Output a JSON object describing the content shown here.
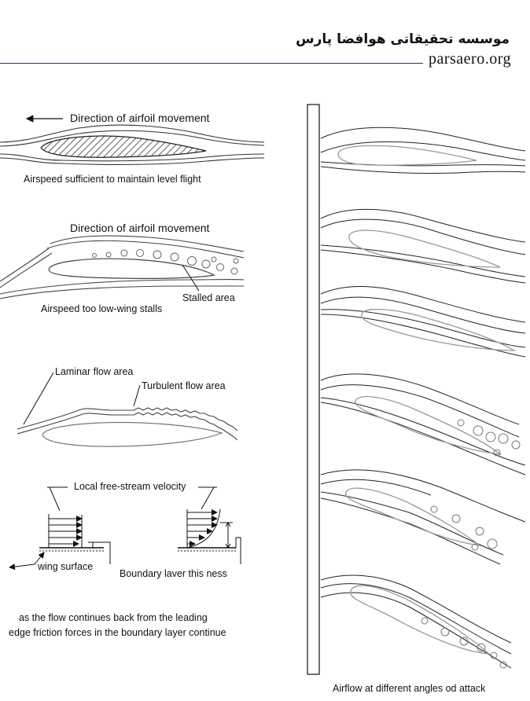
{
  "brand": {
    "name_fa": "موسسه تحقیقاتی هوافضا پارس",
    "website": "parsaero.org"
  },
  "panels": {
    "level_flight": {
      "direction_label": "Direction of airfoil movement",
      "caption": "Airspeed sufficient to maintain level flight"
    },
    "stall": {
      "direction_label": "Direction of airfoil movement",
      "stalled_label": "Stalled area",
      "caption": "Airspeed too low-wing stalls"
    },
    "flow_regions": {
      "laminar_label": "Laminar flow area",
      "turbulent_label": "Turbulent flow area"
    },
    "boundary_layer": {
      "velocity_label": "Local free-stream velocity",
      "wing_surface_label": "wing surface",
      "thickness_label": "Boundary laver this ness",
      "caption_line1": "as the flow continues  back from the leading",
      "caption_line2": "edge friction forces in the boundary layer continue"
    },
    "angles_of_attack": {
      "caption": "Airflow at different angles od attack"
    }
  }
}
